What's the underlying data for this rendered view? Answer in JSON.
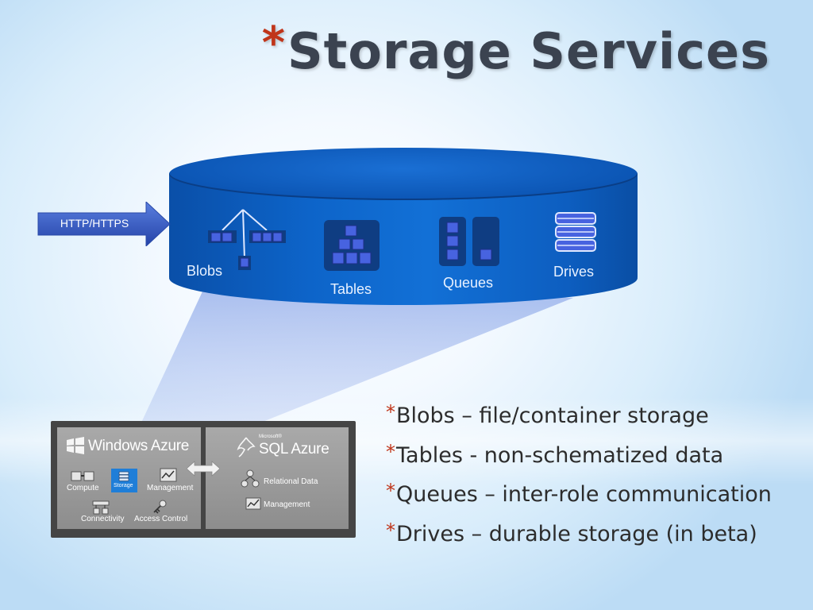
{
  "slide": {
    "title_marker": "*",
    "title": "Storage Services"
  },
  "diagram": {
    "input_label": "HTTP/HTTPS",
    "services": [
      {
        "label": "Blobs",
        "icon": "blob-tree-icon"
      },
      {
        "label": "Tables",
        "icon": "table-grid-icon"
      },
      {
        "label": "Queues",
        "icon": "queue-icon"
      },
      {
        "label": "Drives",
        "icon": "drive-stack-icon"
      }
    ]
  },
  "platform": {
    "windows_azure": {
      "brand": "Windows Azure",
      "items": [
        "Compute",
        "Storage",
        "Management",
        "Connectivity",
        "Access Control"
      ]
    },
    "sql_azure": {
      "brand_small": "Microsoft®",
      "brand": "SQL Azure",
      "items": [
        "Relational Data",
        "Management"
      ]
    }
  },
  "bullets": [
    {
      "marker": "*",
      "text": "Blobs – file/container storage"
    },
    {
      "marker": "*",
      "text": "Tables - non-schematized data"
    },
    {
      "marker": "*",
      "text": "Queues – inter-role communication"
    },
    {
      "marker": "*",
      "text": "Drives – durable storage (in beta)"
    }
  ],
  "colors": {
    "accent": "#c0351a",
    "cylinder": "#0d64c9",
    "title": "#3b4350"
  }
}
